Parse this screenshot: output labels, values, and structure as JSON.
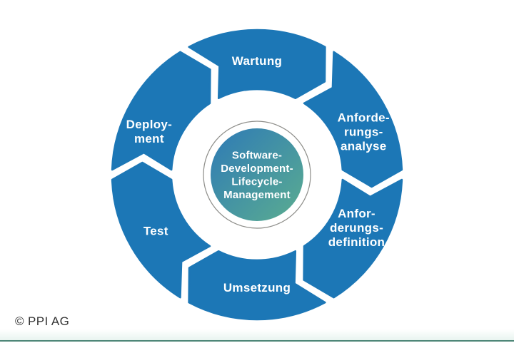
{
  "diagram": {
    "cycle_direction": "clockwise",
    "center_label": {
      "lines": [
        "Software-",
        "Development-",
        "Lifecycle-",
        "Management"
      ]
    },
    "segments": [
      {
        "id": "wartung",
        "label_lines": [
          "Wartung"
        ]
      },
      {
        "id": "anforderungsanalyse",
        "label_lines": [
          "Anforde-",
          "rungs-",
          "analyse"
        ]
      },
      {
        "id": "anforderungsdefinition",
        "label_lines": [
          "Anfor-",
          "derungs-",
          "definition"
        ]
      },
      {
        "id": "umsetzung",
        "label_lines": [
          "Umsetzung"
        ]
      },
      {
        "id": "test",
        "label_lines": [
          "Test"
        ]
      },
      {
        "id": "deployment",
        "label_lines": [
          "Deploy-",
          "ment"
        ]
      }
    ],
    "colors": {
      "segment_blue": "#1c77b6",
      "center_gradient_start": "#2e7ab6",
      "center_gradient_end": "#5bad90",
      "center_ring_gray": "#8d8d89",
      "label_white": "#ffffff",
      "footer_line_teal": "#4d8677",
      "footer_tint": "#e8f4f0",
      "copyright_gray": "#323232"
    }
  },
  "footer": {
    "copyright": "© PPI AG"
  }
}
